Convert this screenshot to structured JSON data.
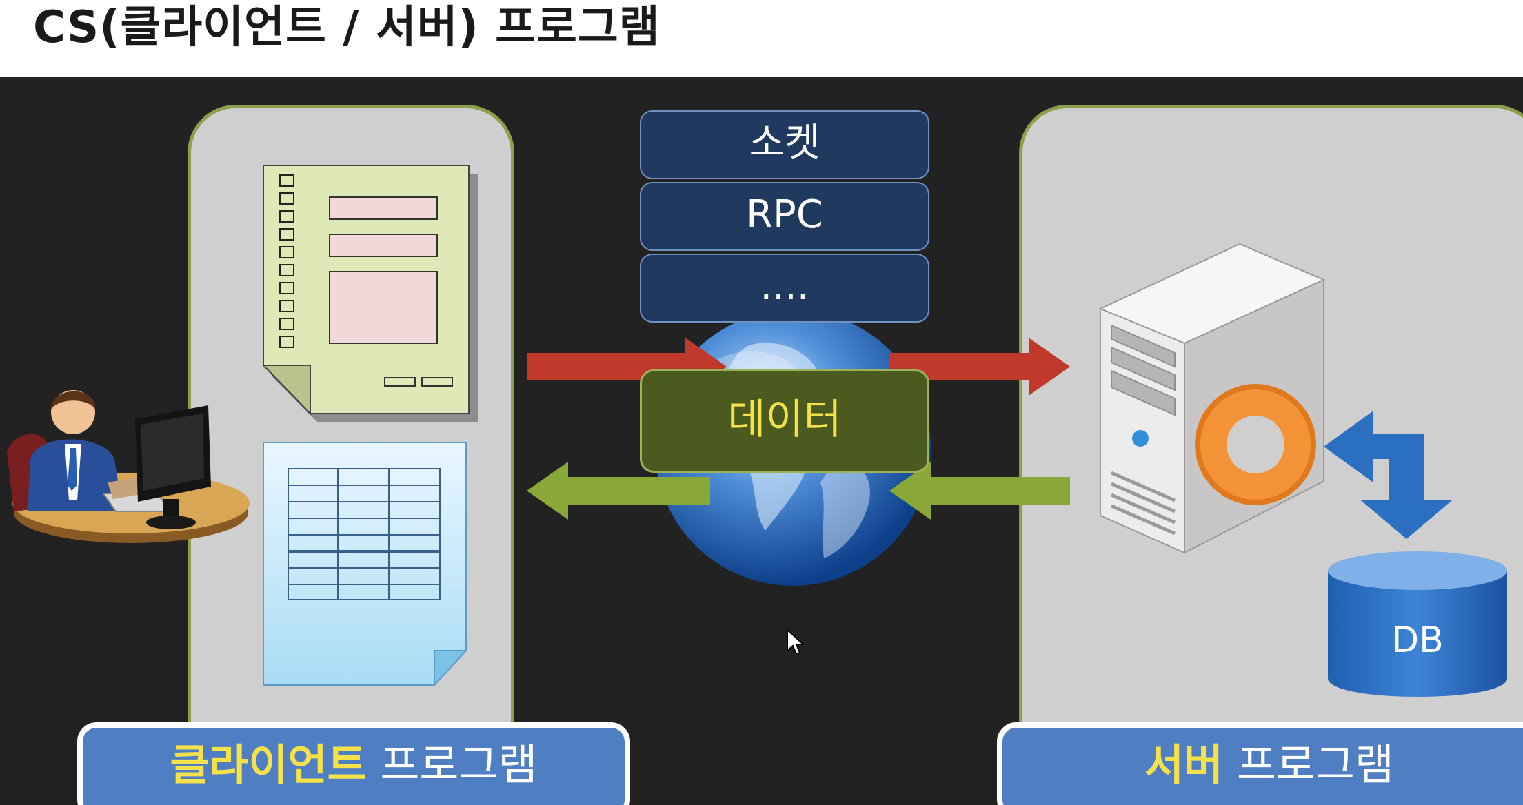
{
  "title": "CS(클라이언트 / 서버) 프로그램",
  "protocols": [
    "소켓",
    "RPC",
    "...."
  ],
  "data_label": "데이터",
  "client": {
    "highlight": "클라이언트",
    "rest": " 프로그램"
  },
  "server": {
    "highlight": "서버",
    "rest": " 프로그램",
    "db_label": "DB"
  },
  "colors": {
    "send_arrow": "#c0392b",
    "receive_arrow": "#8aa83a",
    "panel_border": "#8aa04a",
    "label_bar": "#4f7fc2",
    "highlight_text": "#f5e14a"
  }
}
